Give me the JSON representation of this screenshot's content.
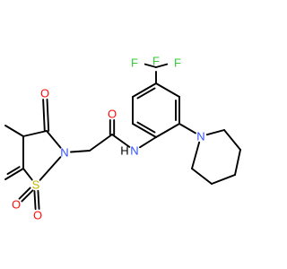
{
  "molecule": {
    "atom_labels": {
      "F1": "F",
      "F2": "F",
      "F3": "F",
      "O_amide": "O",
      "N_amide": "N",
      "H_amide": "H",
      "O_keto": "O",
      "N_ring": "N",
      "S": "S",
      "O_s1": "O",
      "O_s2": "O",
      "N_pip": "N"
    },
    "colors": {
      "carbon_bond": "#000000",
      "fluorine": "#33cc33",
      "oxygen": "#ff0d0d",
      "nitrogen": "#3050f8",
      "sulfur": "#c8b400",
      "hydrogen": "#000000"
    }
  }
}
